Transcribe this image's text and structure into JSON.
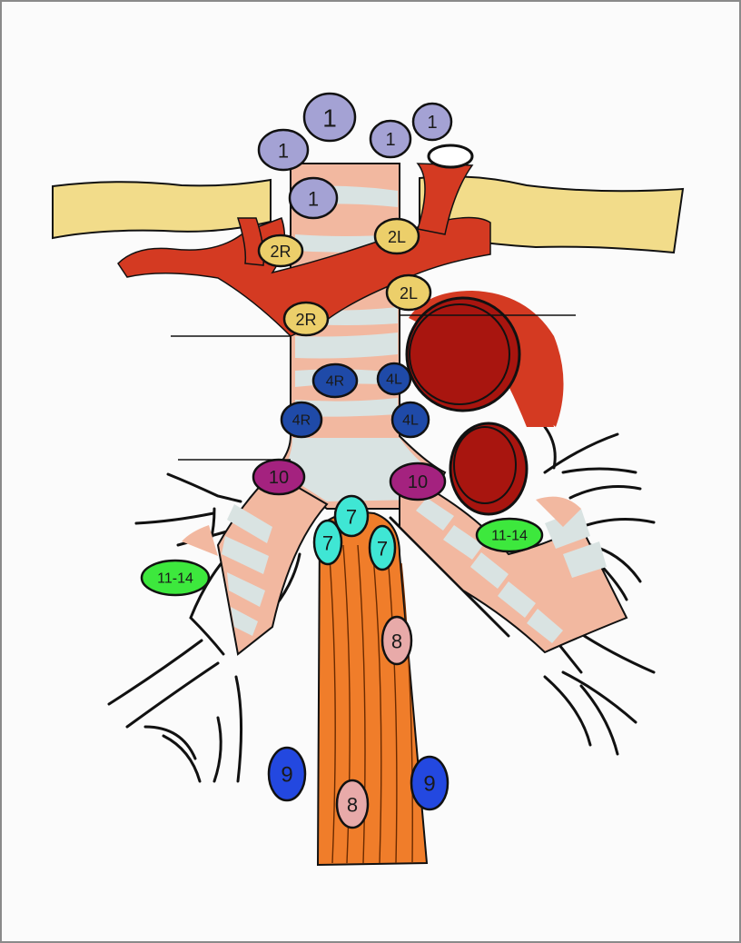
{
  "diagram": {
    "colors": {
      "background": "#fbfbfb",
      "frame": "#8a8a8a",
      "clavicle": "#f2dc8a",
      "artery": "#d43a22",
      "aorta": "#a8150f",
      "trachea_skin": "#f2b8a0",
      "trachea_ring": "#d9e3e2",
      "esophagus": "#f07d2a",
      "station_1": "#a4a2d4",
      "station_2": "#eccf6a",
      "station_4": "#1f4aa8",
      "station_7": "#3fe6d4",
      "station_8": "#e8aaa9",
      "station_9": "#2348e0",
      "station_10": "#a4227f",
      "station_11_14": "#3de83d"
    },
    "nodes": [
      {
        "id": "n1a",
        "label": "1",
        "color": "station_1"
      },
      {
        "id": "n1b",
        "label": "1",
        "color": "station_1"
      },
      {
        "id": "n1c",
        "label": "1",
        "color": "station_1"
      },
      {
        "id": "n1d",
        "label": "1",
        "color": "station_1"
      },
      {
        "id": "n1e",
        "label": "1",
        "color": "station_1"
      },
      {
        "id": "n2Ra",
        "label": "2R",
        "color": "station_2"
      },
      {
        "id": "n2La",
        "label": "2L",
        "color": "station_2"
      },
      {
        "id": "n2Lb",
        "label": "2L",
        "color": "station_2"
      },
      {
        "id": "n2Rb",
        "label": "2R",
        "color": "station_2"
      },
      {
        "id": "n4Ra",
        "label": "4R",
        "color": "station_4"
      },
      {
        "id": "n4La",
        "label": "4L",
        "color": "station_4"
      },
      {
        "id": "n4Rb",
        "label": "4R",
        "color": "station_4"
      },
      {
        "id": "n4Lb",
        "label": "4L",
        "color": "station_4"
      },
      {
        "id": "n10a",
        "label": "10",
        "color": "station_10"
      },
      {
        "id": "n10b",
        "label": "10",
        "color": "station_10"
      },
      {
        "id": "n7a",
        "label": "7",
        "color": "station_7"
      },
      {
        "id": "n7b",
        "label": "7",
        "color": "station_7"
      },
      {
        "id": "n7c",
        "label": "7",
        "color": "station_7"
      },
      {
        "id": "n11a",
        "label": "11-14",
        "color": "station_11_14"
      },
      {
        "id": "n11b",
        "label": "11-14",
        "color": "station_11_14"
      },
      {
        "id": "n8a",
        "label": "8",
        "color": "station_8"
      },
      {
        "id": "n8b",
        "label": "8",
        "color": "station_8"
      },
      {
        "id": "n9a",
        "label": "9",
        "color": "station_9"
      },
      {
        "id": "n9b",
        "label": "9",
        "color": "station_9"
      }
    ]
  }
}
